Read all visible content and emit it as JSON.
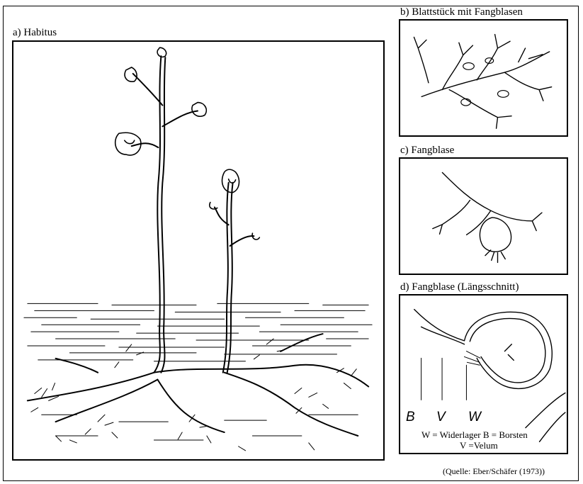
{
  "panels": {
    "habitus": {
      "label": "a) Habitus"
    },
    "leaf": {
      "label": "b) Blattstück mit Fangblasen"
    },
    "bladder": {
      "label": "c) Fangblase"
    },
    "section": {
      "label": "d) Fangblase (Längsschnitt)",
      "letters": {
        "b": "B",
        "v": "V",
        "w": "W"
      },
      "legend_line1": "W = Widerlager    B = Borsten",
      "legend_line2": "V =Velum"
    }
  },
  "source": "(Quelle: Eber/Schäfer (1973))"
}
